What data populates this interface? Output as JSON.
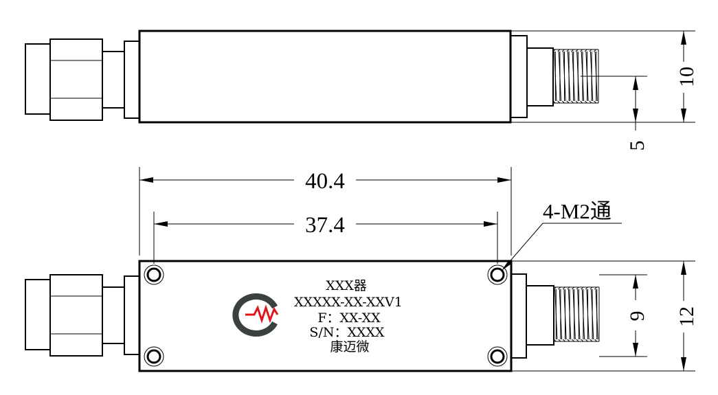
{
  "dimensions": {
    "width_overall": "40.4",
    "width_holes": "37.4",
    "height_side": "10",
    "offset_side": "5",
    "height_front": "12",
    "hole_spacing": "9"
  },
  "callout": "4-M2通",
  "nameplate": {
    "line1": "XXX器",
    "line2": "XXXXX-XX-XXV1",
    "line3": "F：XX-XX",
    "line4": "S/N：XXXX",
    "line5": "康迈微"
  },
  "colors": {
    "logo_red": "#e0141b",
    "logo_dark": "#3a4140",
    "line": "#000000"
  }
}
